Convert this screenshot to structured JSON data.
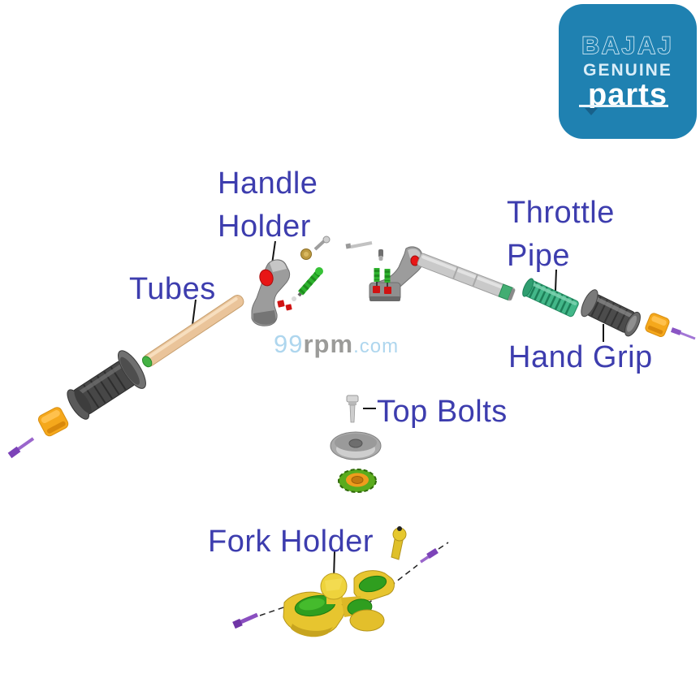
{
  "badge": {
    "brand": "BAJAJ",
    "genuine": "GENUINE",
    "parts": "parts",
    "bg_color": "#1f81b1",
    "outline_color": "#d6ecf7",
    "text_color": "#ffffff"
  },
  "watermark": {
    "num": "99",
    "rpm": "rpm",
    "dotcom": ".com",
    "num_color": "#aed6ee",
    "rpm_color": "#9b9b99"
  },
  "labels": {
    "color": "#3d3dae",
    "handle_holder": {
      "line1": "Handle",
      "line2": "Holder"
    },
    "throttle_pipe": {
      "line1": "Throttle",
      "line2": "Pipe"
    },
    "tubes": {
      "text": "Tubes"
    },
    "hand_grip": {
      "text": "Hand Grip"
    },
    "top_bolts": {
      "text": "Top Bolts"
    },
    "fork_holder": {
      "text": "Fork Holder"
    }
  },
  "parts": [
    {
      "name": "left-end-screw",
      "color": "#8a4fc0"
    },
    {
      "name": "left-grip-cap",
      "color": "#f5a81c"
    },
    {
      "name": "left-hand-grip",
      "color": "#474747"
    },
    {
      "name": "tube",
      "color": "#eac49a"
    },
    {
      "name": "left-handle-holder",
      "color": "#9c9c9c"
    },
    {
      "name": "green-stud",
      "color": "#2eb32e"
    },
    {
      "name": "brass-nut",
      "color": "#bd9a40"
    },
    {
      "name": "right-handle-holder",
      "color": "#9c9c9c"
    },
    {
      "name": "handlebar-tube",
      "color": "#c9c9c9"
    },
    {
      "name": "throttle-pipe",
      "color": "#43b789"
    },
    {
      "name": "right-hand-grip",
      "color": "#4c4c4c"
    },
    {
      "name": "right-grip-cap",
      "color": "#f5a81c"
    },
    {
      "name": "right-end-screw",
      "color": "#a276d6"
    },
    {
      "name": "top-bolt",
      "color": "#cdcdcd"
    },
    {
      "name": "washer-disc",
      "color": "#aaaaaa"
    },
    {
      "name": "seal-ring",
      "color": "#5aab1d"
    },
    {
      "name": "fork-holder",
      "color": "#e7c52f"
    },
    {
      "name": "fork-screw",
      "color": "#8a4fc0"
    },
    {
      "name": "fork-yellow-bolt",
      "color": "#e6c82e"
    }
  ]
}
